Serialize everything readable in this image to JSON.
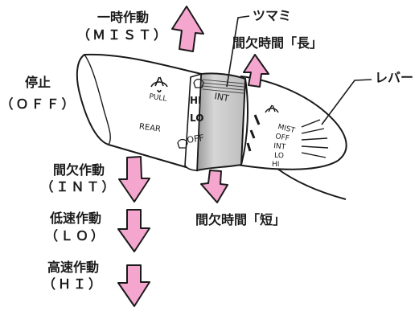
{
  "labels": {
    "mist": {
      "name": "一時作動",
      "code": "（ＭＩＳＴ）"
    },
    "off": {
      "name": "停止",
      "code": "（ＯＦＦ）"
    },
    "int": {
      "name": "間欠作動",
      "code": "（ＩＮＴ）"
    },
    "lo": {
      "name": "低速作動",
      "code": "（ＬＯ）"
    },
    "hi": {
      "name": "高速作動",
      "code": "（ＨＩ）"
    }
  },
  "callouts": {
    "knob": "ツマミ",
    "lever": "レバー",
    "interval_long": "間欠時間「長」",
    "interval_short": "間欠時間「短」"
  },
  "lever_print": {
    "pull": "PULL",
    "rear": "REAR",
    "off": "OFF",
    "int": "INT",
    "hi": "HI",
    "lo": "LO",
    "stalk_positions": [
      "MIST",
      "OFF",
      "INT",
      "LO",
      "HI"
    ]
  },
  "colors": {
    "arrow_fill": "#f5a6cf",
    "knob_fill": "#c9c9c9",
    "outline": "#1a1a1a"
  }
}
